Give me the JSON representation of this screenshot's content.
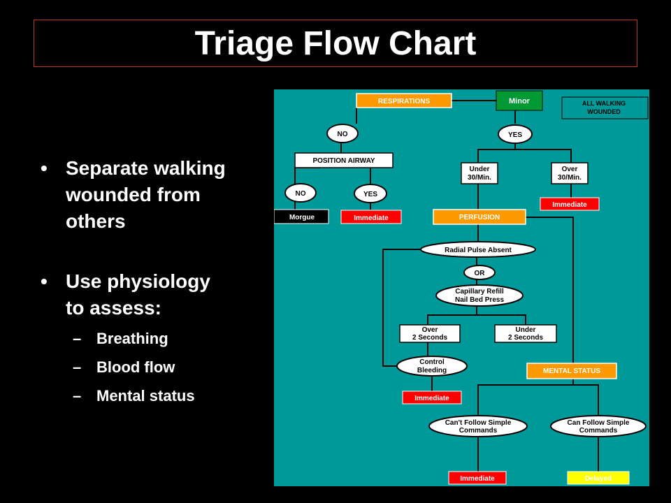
{
  "slide": {
    "title": "Triage Flow Chart",
    "bullets": [
      {
        "text": "Separate walking wounded from others",
        "lines": [
          "Separate walking",
          "wounded from",
          "others"
        ]
      },
      {
        "text": "Use physiology to assess:",
        "lines": [
          "Use physiology",
          "to assess:"
        ]
      }
    ],
    "sub_bullets": [
      "Breathing",
      "Blood flow",
      "Mental status"
    ]
  },
  "flowchart": {
    "background": "#009999",
    "colors": {
      "orange": "#ff9900",
      "green": "#009933",
      "red": "#ff0000",
      "black": "#000000",
      "yellow": "#ffff00",
      "white": "#ffffff"
    },
    "labels": {
      "respirations": "RESPIRATIONS",
      "minor": "Minor",
      "all_walking_1": "ALL WALKING",
      "all_walking_2": "WOUNDED",
      "no_top": "NO",
      "yes_top": "YES",
      "position_airway": "POSITION AIRWAY",
      "no_2": "NO",
      "yes_2": "YES",
      "morgue": "Morgue",
      "immediate_airway": "Immediate",
      "under30_1": "Under",
      "under30_2": "30/Min.",
      "over30_1": "Over",
      "over30_2": "30/Min.",
      "immediate_resp": "Immediate",
      "perfusion": "PERFUSION",
      "radial": "Radial Pulse Absent",
      "or": "OR",
      "cap_1": "Capillary Refill",
      "cap_2": "Nail Bed Press",
      "over2_1": "Over",
      "over2_2": "2 Seconds",
      "under2_1": "Under",
      "under2_2": "2 Seconds",
      "control_1": "Control",
      "control_2": "Bleeding",
      "immediate_bleed": "Immediate",
      "mental": "MENTAL STATUS",
      "cant_1": "Can't Follow Simple",
      "cant_2": "Commands",
      "can_1": "Can Follow Simple",
      "can_2": "Commands",
      "immediate_mental": "Immediate",
      "delayed": "Delayed"
    }
  }
}
